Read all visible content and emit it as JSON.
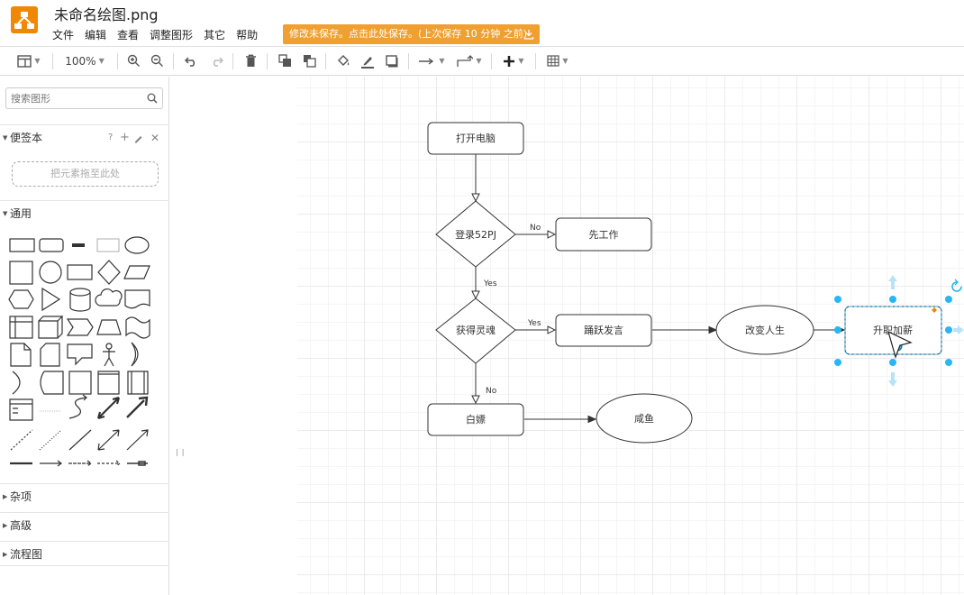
{
  "header": {
    "title": "未命名绘图.png",
    "menu": [
      "文件",
      "编辑",
      "查看",
      "调整图形",
      "其它",
      "帮助"
    ],
    "save_notice": "修改未保存。点击此处保存。(上次保存 10 分钟 之前)"
  },
  "toolbar": {
    "zoom": "100%"
  },
  "sidebar": {
    "search_placeholder": "搜索图形",
    "scratchpad_title": "便签本",
    "scratchpad_help": "?",
    "drop_hint": "把元素拖至此处",
    "general_title": "通用",
    "misc_title": "杂项",
    "advanced_title": "高级",
    "flowchart_title": "流程图"
  },
  "diagram": {
    "nodes": {
      "open_pc": "打开电脑",
      "login": "登录52PJ",
      "work_first": "先工作",
      "get_soul": "获得灵魂",
      "post": "踊跃发言",
      "change_life": "改变人生",
      "promotion": "升职加薪",
      "freeload": "白嫖",
      "slacker": "咸鱼"
    },
    "edge_labels": {
      "no1": "No",
      "yes1": "Yes",
      "yes2": "Yes",
      "no2": "No"
    },
    "colors": {
      "stroke": "#333333",
      "selection": "#29b6f2",
      "accent": "#f08705"
    }
  }
}
